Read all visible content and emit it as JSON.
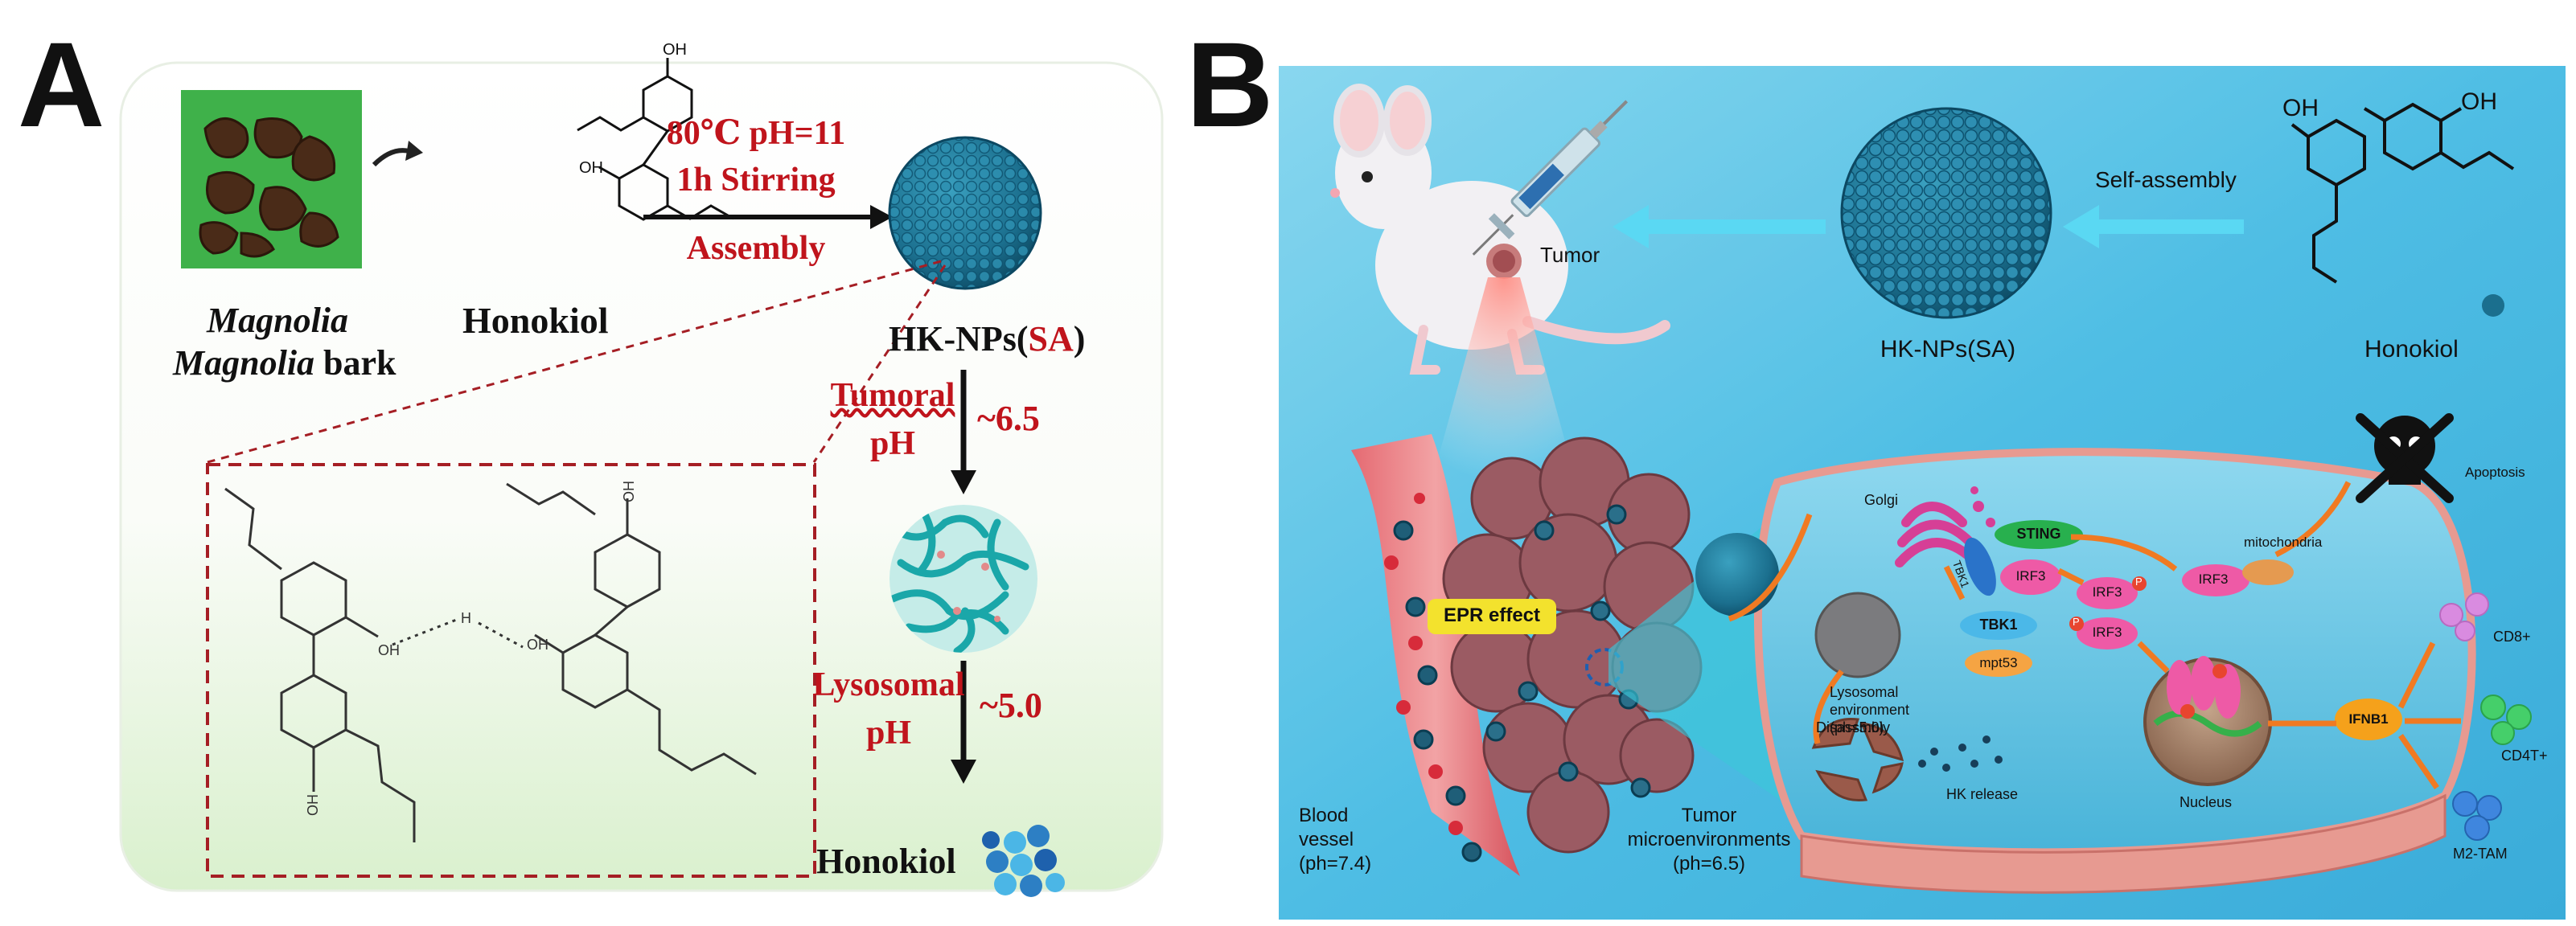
{
  "panel_a": {
    "letter": "A",
    "raw_material_line1": "Magnolia",
    "raw_material_line2": "Magnolia",
    "raw_material_line2_suffix": " bark",
    "compound_label": "Honokiol",
    "condition_line1": "80℃ pH=11",
    "condition_line2": "1h Stirring",
    "condition_line3": "Assembly",
    "nanoparticle_label_prefix": "HK-NPs(",
    "nanoparticle_label_highlight": "SA",
    "nanoparticle_label_suffix": ")",
    "step1_label_line1": "Tumoral",
    "step1_label_line2": "pH",
    "step1_value": "~6.5",
    "step2_label_line1": "Lysosomal",
    "step2_label_line2": "pH",
    "step2_value": "~5.0",
    "final_label": "Honokiol",
    "dimer_oh_top": "OH",
    "dimer_oh_bottom": "OH",
    "dimer_h": "H"
  },
  "panel_b": {
    "letter": "B",
    "tumor_label": "Tumor",
    "nanoparticle_label": "HK-NPs(SA)",
    "self_assembly_label": "Self-assembly",
    "honokiol_label": "Honokiol",
    "oh_label": "OH",
    "epr_label": "EPR effect",
    "blood_vessel_line1": "Blood",
    "blood_vessel_line2": "vessel",
    "blood_vessel_line3": "(ph=7.4)",
    "tumor_env_line1": "Tumor",
    "tumor_env_line2": "microenvironments",
    "tumor_env_line3": "(ph=6.5)",
    "golgi_label": "Golgi",
    "sting_label": "STING",
    "tbk1_label": "TBK1",
    "irf3_label": "IRF3",
    "p_label": "P",
    "mito_label": "mitochondria",
    "apoptosis_label": "Apoptosis",
    "lyso_line1": "Lysosomal",
    "lyso_line2": "environment",
    "lyso_line3": "(ph=5.0)",
    "mpt53_label": "mpt53",
    "disassembly_label": "Disassmbly",
    "hk_release_label": "HK release",
    "nucleus_label": "Nucleus",
    "ifnb1_label": "IFNB1",
    "cd8_label": "CD8+",
    "cd4_label": "CD4T+",
    "m2_label": "M2-TAM"
  },
  "colors": {
    "accent_red": "#c0141c",
    "nanoparticle_blue": "#1b6f8e",
    "panel_b_background": "#5fc6e6",
    "cell_pink": "#e79a91",
    "tumor_mauve": "#9b5b63",
    "arrow_orange": "#f07a22"
  }
}
